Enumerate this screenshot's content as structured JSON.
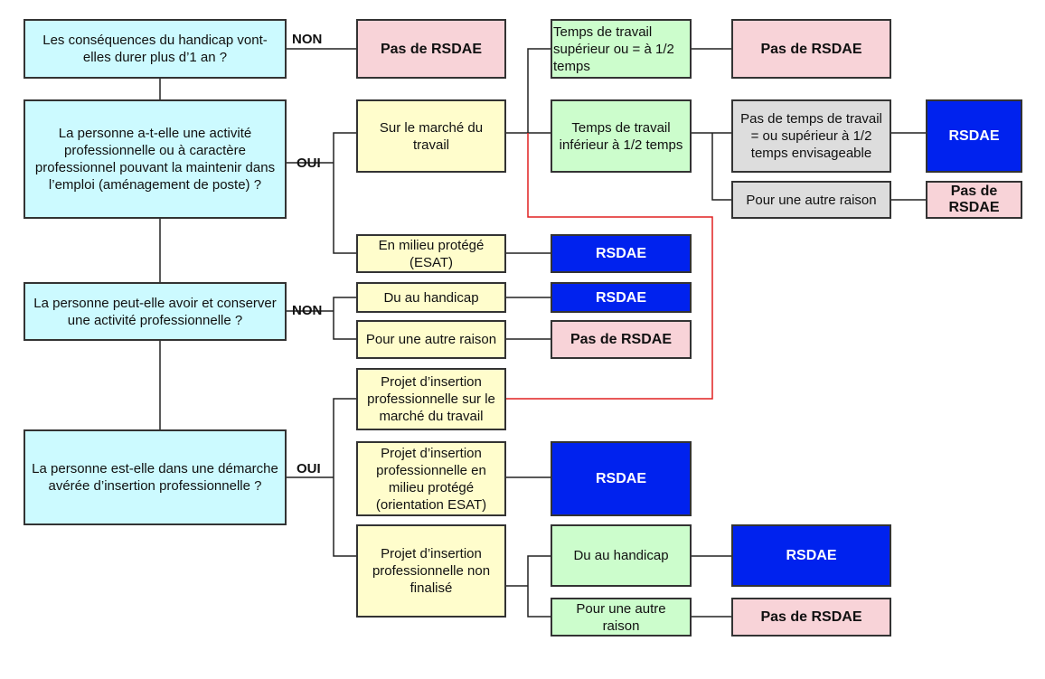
{
  "questions": {
    "q1": "Les conséquences du handicap vont-elles durer plus d’1 an ?",
    "q2": "La personne a-t-elle une activité professionnelle ou à caractère professionnel pouvant la maintenir dans l’emploi (aménagement de poste) ?",
    "q3": "La personne peut-elle avoir et conserver une activité professionnelle ?",
    "q4": "La personne est-elle dans une démarche avérée d’insertion professionnelle ?"
  },
  "answers": {
    "non1": "NON",
    "oui2": "OUI",
    "non3": "NON",
    "oui4": "OUI"
  },
  "branches": {
    "marche": "Sur le marché du travail",
    "esat": "En milieu protégé (ESAT)",
    "du_handicap": "Du au handicap",
    "autre_raison": "Pour une autre raison",
    "projet_marche": "Projet d’insertion professionnelle sur le marché du travail",
    "projet_esat": "Projet d’insertion professionnelle en milieu protégé (orientation ESAT)",
    "projet_non": "Projet d’insertion professionnelle non finalisé",
    "temps_sup": "Temps de travail supérieur ou = à 1/2 temps",
    "temps_inf": "Temps de travail inférieur à 1/2 temps",
    "pas_temps": "Pas de temps de travail = ou supérieur à 1/2 temps envisageable",
    "autre_raison2": "Pour une autre raison",
    "du_handicap2": "Du au handicap",
    "autre_raison3": "Pour une autre raison"
  },
  "outcomes": {
    "rsdae": "RSDAE",
    "pas_rsdae": "Pas de RSDAE"
  },
  "colors": {
    "question": "#ccfaff",
    "branch_yellow": "#fffdcc",
    "branch_green": "#ccfdcc",
    "branch_gray": "#dddddd",
    "outcome_positive": "#0022ee",
    "outcome_negative": "#f8d3d8",
    "link_red": "#e02020"
  }
}
